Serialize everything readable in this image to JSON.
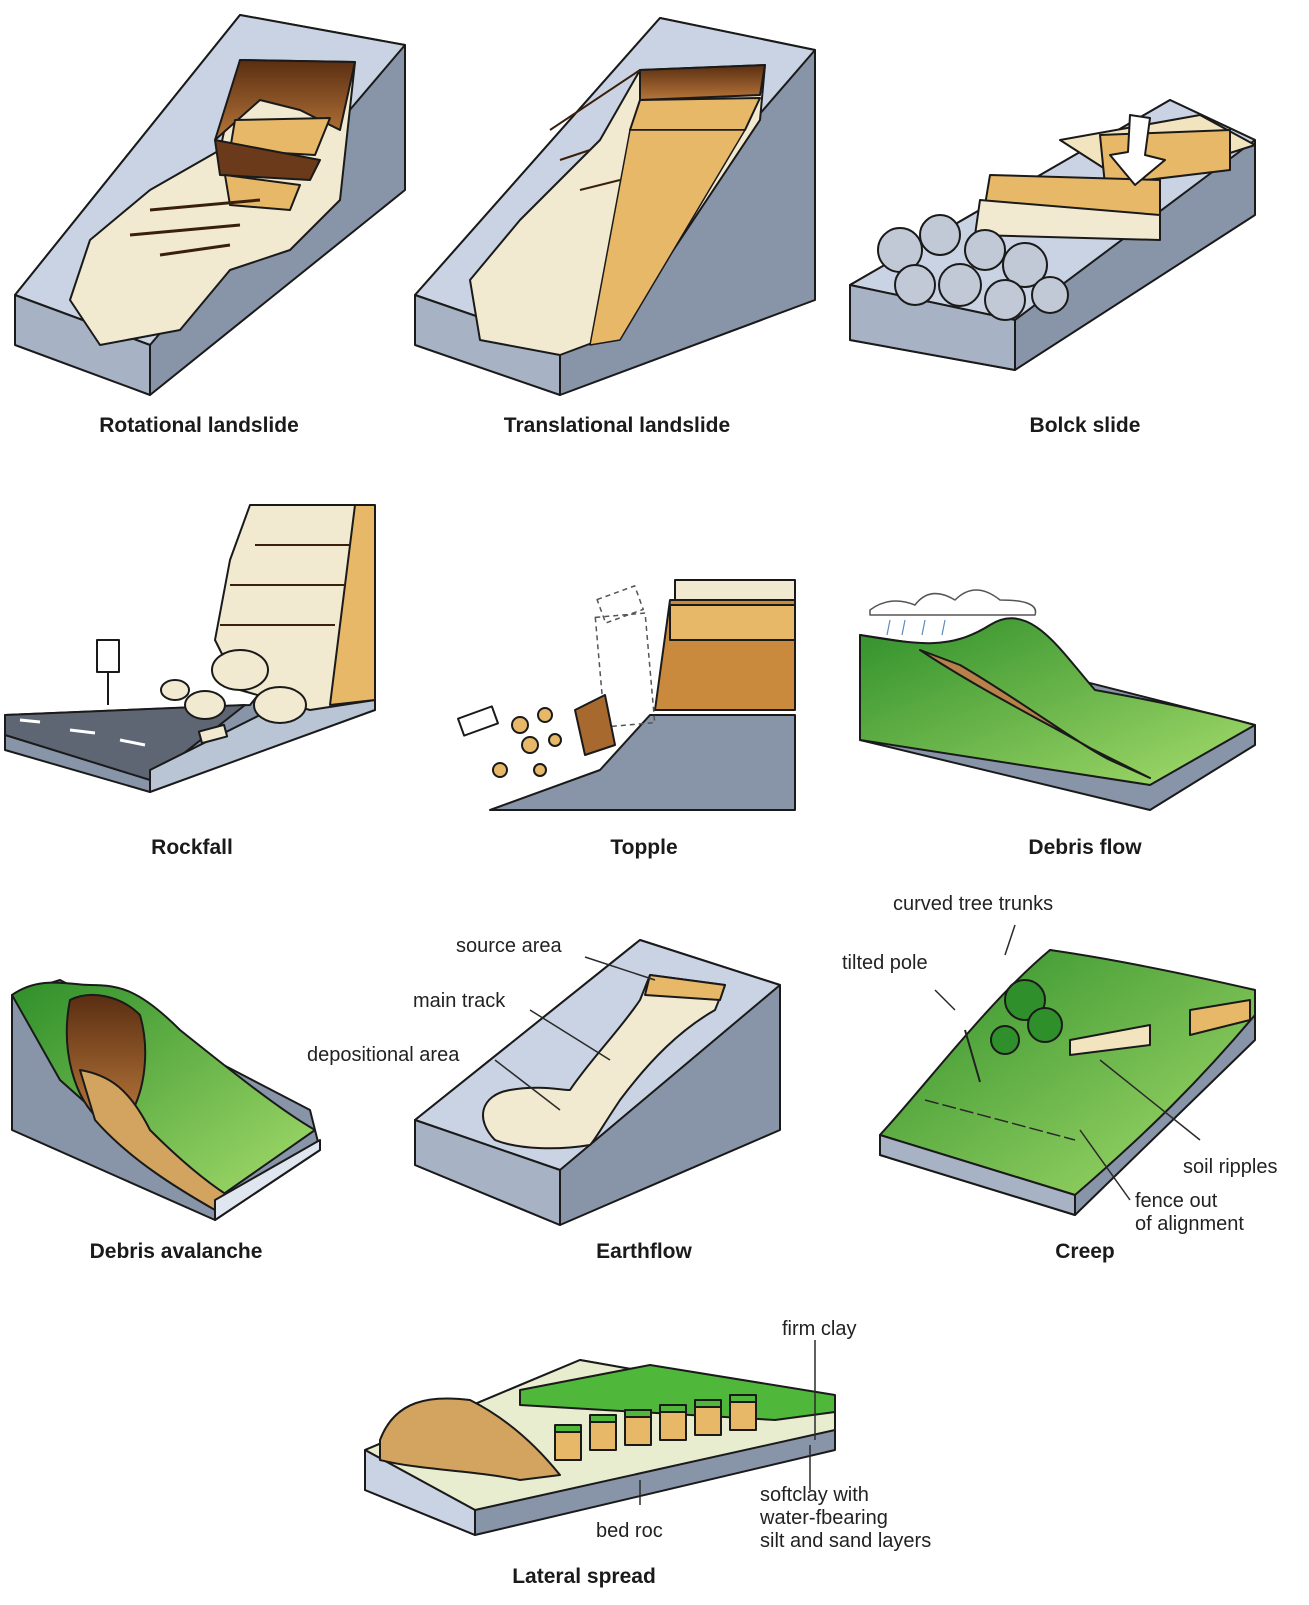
{
  "panels": {
    "rotational": {
      "caption": "Rotational landslide"
    },
    "translational": {
      "caption": "Translational landslide"
    },
    "block": {
      "caption": "Bolck slide"
    },
    "rockfall": {
      "caption": "Rockfall"
    },
    "topple": {
      "caption": "Topple"
    },
    "debris_flow": {
      "caption": "Debris flow"
    },
    "debris_avalanche": {
      "caption": "Debris avalanche"
    },
    "earthflow": {
      "caption": "Earthflow",
      "labels": {
        "source": "source area",
        "track": "main track",
        "deposition": "depositional area"
      }
    },
    "creep": {
      "caption": "Creep",
      "labels": {
        "trees": "curved tree trunks",
        "pole": "tilted pole",
        "ripples": "soil ripples",
        "fence_1": "fence out",
        "fence_2": "of alignment"
      }
    },
    "lateral": {
      "caption": "Lateral spread",
      "labels": {
        "clay": "firm clay",
        "bedrock": "bed roc",
        "soft_1": "softclay with",
        "soft_2": "water-fbearing",
        "soft_3": "silt and sand layers"
      }
    }
  },
  "colors": {
    "slope": "#c9d3e3",
    "slope_side": "#8895a8",
    "rock_face": "#e7b868",
    "scarp_dark": "#6b3a1a",
    "debris": "#f1ead0",
    "grass": "#4fb83a",
    "mud": "#b9814a",
    "outline": "#1a1a1a"
  }
}
